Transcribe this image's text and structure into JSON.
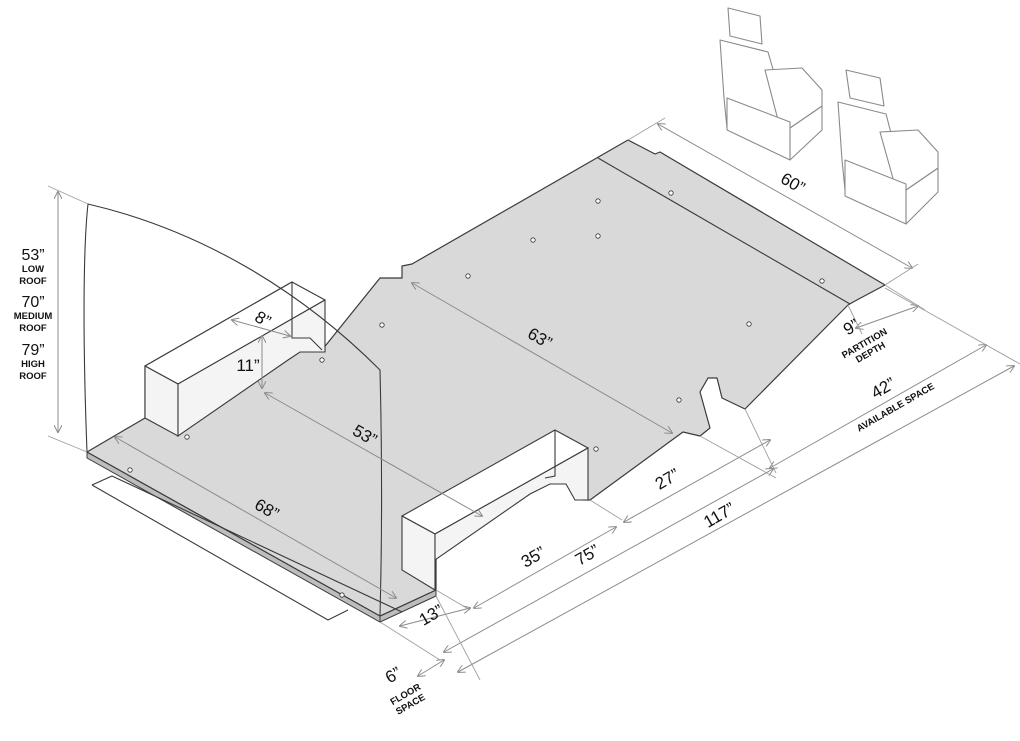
{
  "heights": {
    "low": {
      "value": "53”",
      "label_1": "LOW",
      "label_2": "ROOF"
    },
    "medium": {
      "value": "70”",
      "label_1": "MEDIUM",
      "label_2": "ROOF"
    },
    "high": {
      "value": "79”",
      "label_1": "HIGH",
      "label_2": "ROOF"
    }
  },
  "dimensions": {
    "wheelwell_depth": "8”",
    "wheelwell_height": "11”",
    "between_wheelwells": "53”",
    "width": "68”",
    "cab_width": "63”",
    "cab_length": "60”",
    "partition_depth": "9”",
    "available_space": "42”",
    "rear_section": "27”",
    "wheelwell_to_rear": "35”",
    "floor_length_75": "75”",
    "total_length": "117”",
    "wheelwell_front": "13”",
    "floor_space": "6”"
  },
  "labels": {
    "partition_1": "PARTITION",
    "partition_2": "DEPTH",
    "available": "AVAILABLE SPACE",
    "floor_1": "FLOOR",
    "floor_2": "SPACE"
  }
}
